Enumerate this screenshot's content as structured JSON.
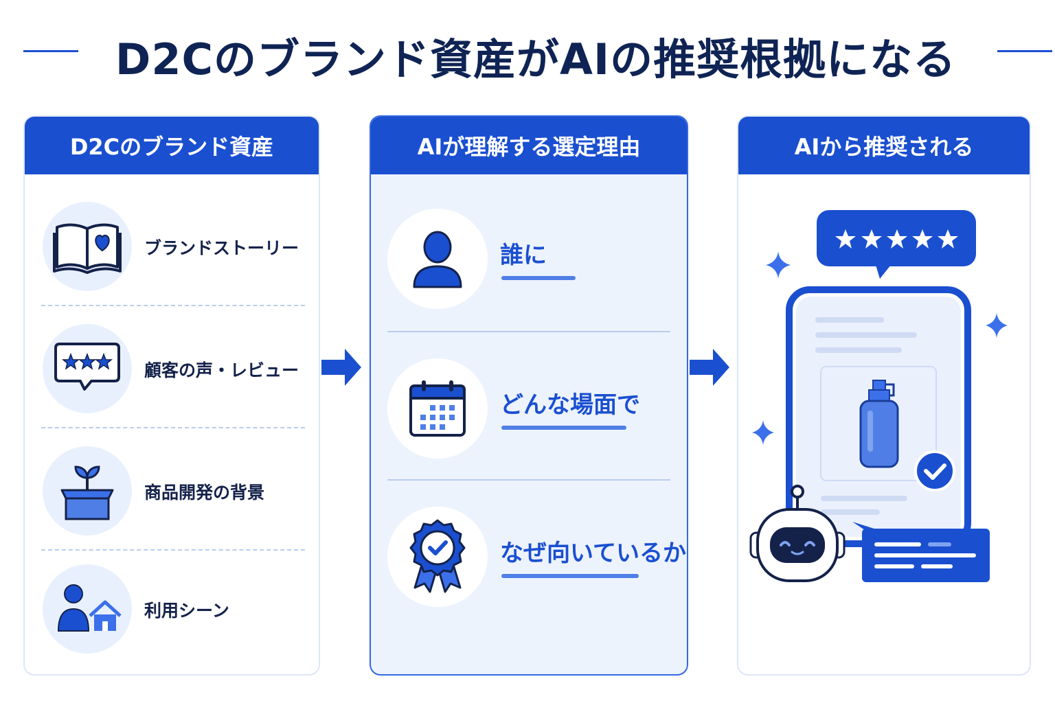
{
  "title": "D2Cのブランド資産がAIの推奨根拠になる",
  "columns": [
    {
      "header": "D2Cのブランド資産",
      "items": [
        {
          "label": "ブランドストーリー",
          "icon": "open-book-heart-icon"
        },
        {
          "label": "顧客の声・レビュー",
          "icon": "review-bubble-stars-icon"
        },
        {
          "label": "商品開発の背景",
          "icon": "box-sprout-icon"
        },
        {
          "label": "利用シーン",
          "icon": "person-home-icon"
        }
      ]
    },
    {
      "header": "AIが理解する選定理由",
      "items": [
        {
          "label": "誰に",
          "icon": "person-icon"
        },
        {
          "label": "どんな場面で",
          "icon": "calendar-icon"
        },
        {
          "label": "なぜ向いているか",
          "icon": "award-badge-check-icon"
        }
      ]
    },
    {
      "header": "AIから推奨される",
      "illustration": [
        "five-star-rating-bubble",
        "smartphone",
        "product-bottle",
        "check-badge-icon",
        "robot-icon",
        "chat-bubble-lines",
        "sparkle-icon"
      ]
    }
  ],
  "colors": {
    "primary": "#1a4fd0",
    "navy": "#0f2454",
    "light": "#e9f0fd",
    "accent": "#3c70ea"
  }
}
